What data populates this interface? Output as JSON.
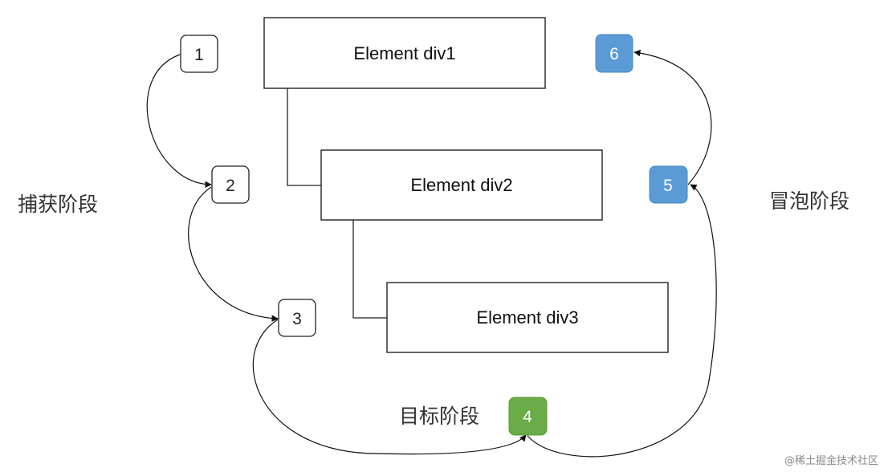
{
  "elements": [
    {
      "id": "div1",
      "label": "Element div1"
    },
    {
      "id": "div2",
      "label": "Element div2"
    },
    {
      "id": "div3",
      "label": "Element div3"
    }
  ],
  "steps": [
    {
      "num": "1",
      "phase": "capture",
      "fill": "#ffffff",
      "text_color": "#222222"
    },
    {
      "num": "2",
      "phase": "capture",
      "fill": "#ffffff",
      "text_color": "#222222"
    },
    {
      "num": "3",
      "phase": "capture",
      "fill": "#ffffff",
      "text_color": "#222222"
    },
    {
      "num": "4",
      "phase": "target",
      "fill": "#6aac47",
      "text_color": "#ffffff"
    },
    {
      "num": "5",
      "phase": "bubble",
      "fill": "#5b9bd5",
      "text_color": "#ffffff"
    },
    {
      "num": "6",
      "phase": "bubble",
      "fill": "#5b9bd5",
      "text_color": "#ffffff"
    }
  ],
  "phases": {
    "capture": "捕获阶段",
    "target": "目标阶段",
    "bubble": "冒泡阶段"
  },
  "watermark": "@稀土掘金技术社区"
}
